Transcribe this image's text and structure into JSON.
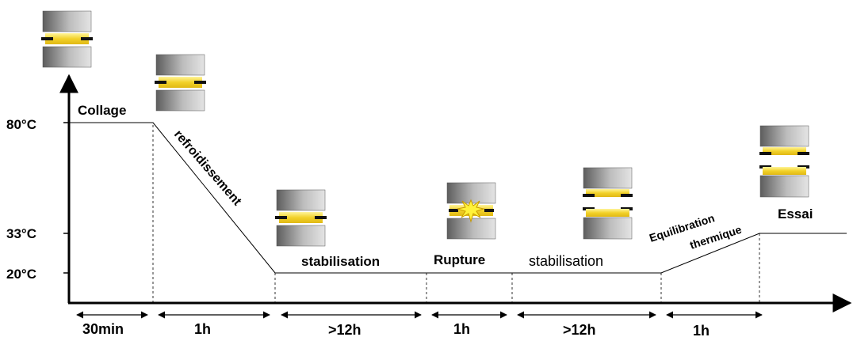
{
  "temperatures": {
    "t80": "80°C",
    "t33": "33°C",
    "t20": "20°C"
  },
  "steps": {
    "collage": "Collage",
    "refroidissement": "refroidissement",
    "stabilisation_1": "stabilisation",
    "rupture": "Rupture",
    "stabilisation_2": "stabilisation",
    "equilibration_line1": "Equilibration",
    "equilibration_line2": "thermique",
    "essai": "Essai"
  },
  "durations": {
    "d1": "30min",
    "d2": "1h",
    "d3": ">12h",
    "d4": "1h",
    "d5": ">12h",
    "d6": "1h"
  },
  "colors": {
    "block_dark": "#6e6e6e",
    "block_light": "#c8c8c8",
    "adhesive": "#f2d22a",
    "marker": "#111111",
    "burst": "#fff23a"
  },
  "icons": [
    "assembly-icon",
    "break-burst-icon"
  ]
}
